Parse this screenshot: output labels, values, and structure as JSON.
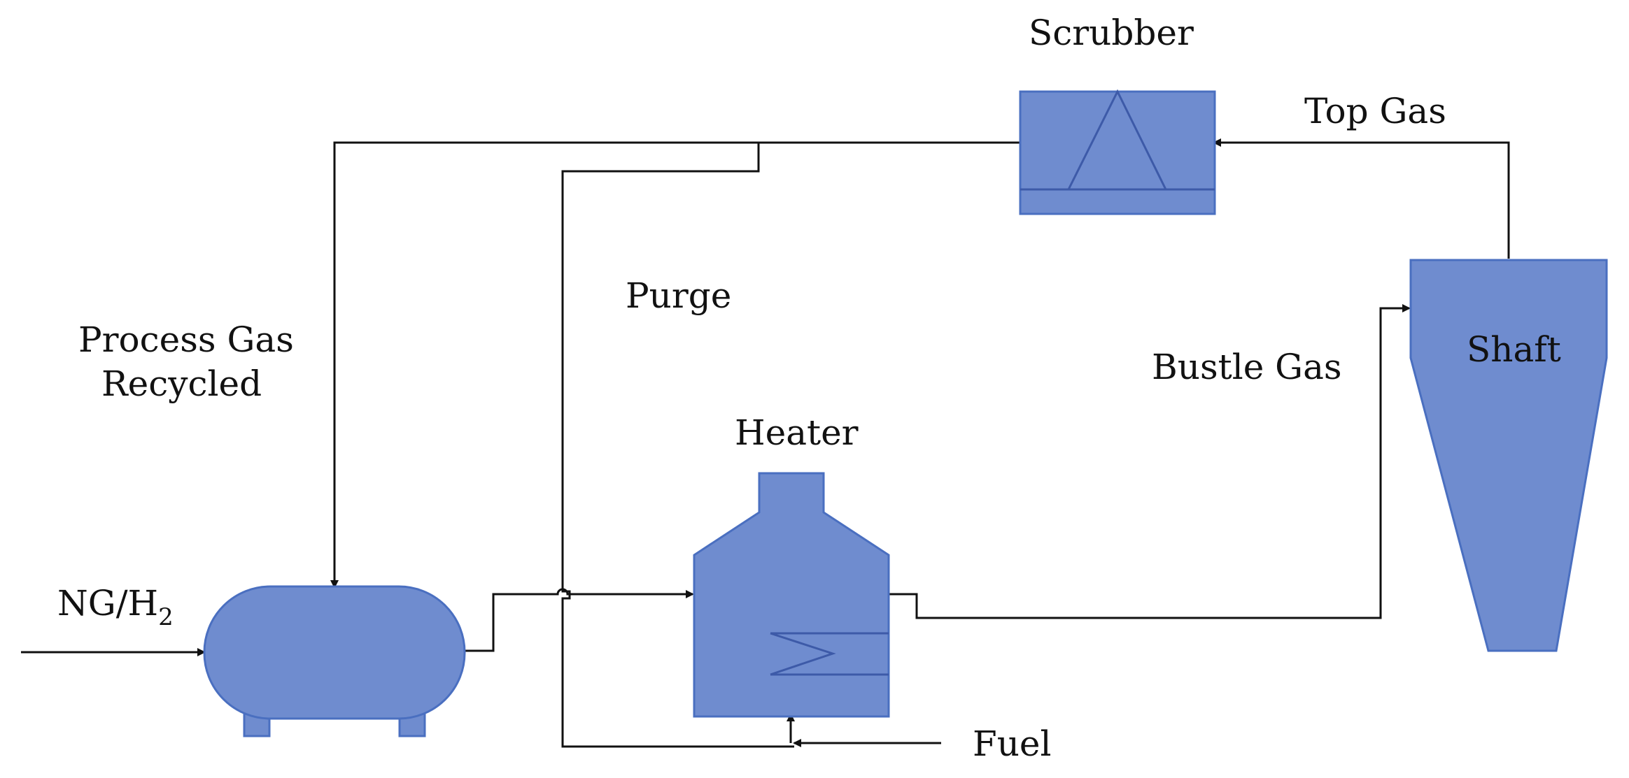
{
  "diagram": {
    "units": {
      "scrubber": "Scrubber",
      "shaft": "Shaft",
      "heater": "Heater"
    },
    "streams": {
      "top_gas": "Top Gas",
      "purge": "Purge",
      "process_gas_line1": "Process Gas",
      "process_gas_line2": "Recycled",
      "bustle_gas": "Bustle Gas",
      "feed_main": "NG/H",
      "feed_sub": "2",
      "fuel": "Fuel"
    },
    "colors": {
      "unit_fill": "#6f8ccf",
      "unit_stroke": "#4a6fc0",
      "line": "#111111"
    }
  }
}
